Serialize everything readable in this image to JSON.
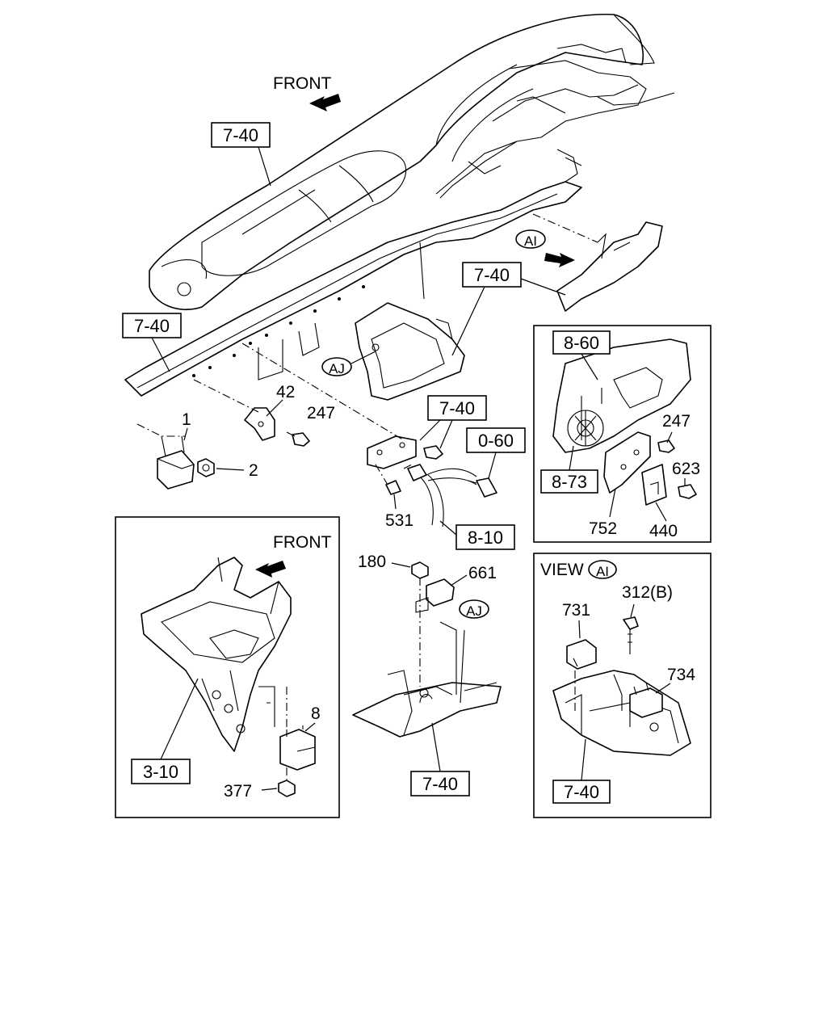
{
  "header": {
    "front_label": "FRONT"
  },
  "refs": {
    "r_top": "7-40",
    "r_ai_bracket": "7-40",
    "r_left": "7-40",
    "r_mid": "7-40",
    "r_0_60": "0-60",
    "r_8_10": "8-10",
    "r_8_60": "8-60",
    "r_8_73": "8-73",
    "r_3_10": "3-10",
    "r_aj_bottom": "7-40",
    "r_view_bottom": "7-40"
  },
  "circle_refs": {
    "ai": "AI",
    "aj": "AJ",
    "aj2": "AJ",
    "view_ai": "AI"
  },
  "parts": {
    "p42": "42",
    "p247": "247",
    "p1": "1",
    "p2": "2",
    "p531": "531",
    "p247b": "247",
    "p623": "623",
    "p752": "752",
    "p440": "440",
    "p180": "180",
    "p661": "661",
    "p8": "8",
    "p377": "377",
    "p312": "312(B)",
    "p731": "731",
    "p734": "734"
  },
  "inset_front": {
    "label": "FRONT"
  },
  "view_ai": {
    "label": "VIEW"
  }
}
